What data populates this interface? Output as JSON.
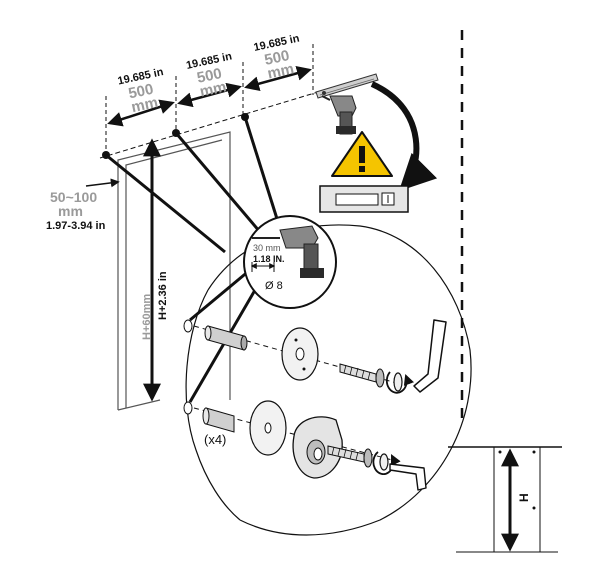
{
  "spacing": {
    "seg1": {
      "in": "19.685 in",
      "mm1": "500",
      "mm2": "mm"
    },
    "seg2": {
      "in": "19.685 in",
      "mm1": "500",
      "mm2": "mm"
    },
    "seg3": {
      "in": "19.685 in",
      "mm1": "500",
      "mm2": "mm"
    }
  },
  "offset": {
    "mm1": "50~100",
    "mm2": "mm",
    "in": "1.97-3.94 in"
  },
  "height": {
    "mm": "H+60mm",
    "in": "H+2.36 in"
  },
  "drill": {
    "depth_mm": "30 mm",
    "depth_in": "1.18 IN.",
    "diameter": "Ø 8"
  },
  "quantity": "(x4)",
  "right_panel": {
    "h_label": "H"
  },
  "colors": {
    "warning": "#f5c400",
    "line": "#111111",
    "gray_text": "#9a9a9a"
  }
}
